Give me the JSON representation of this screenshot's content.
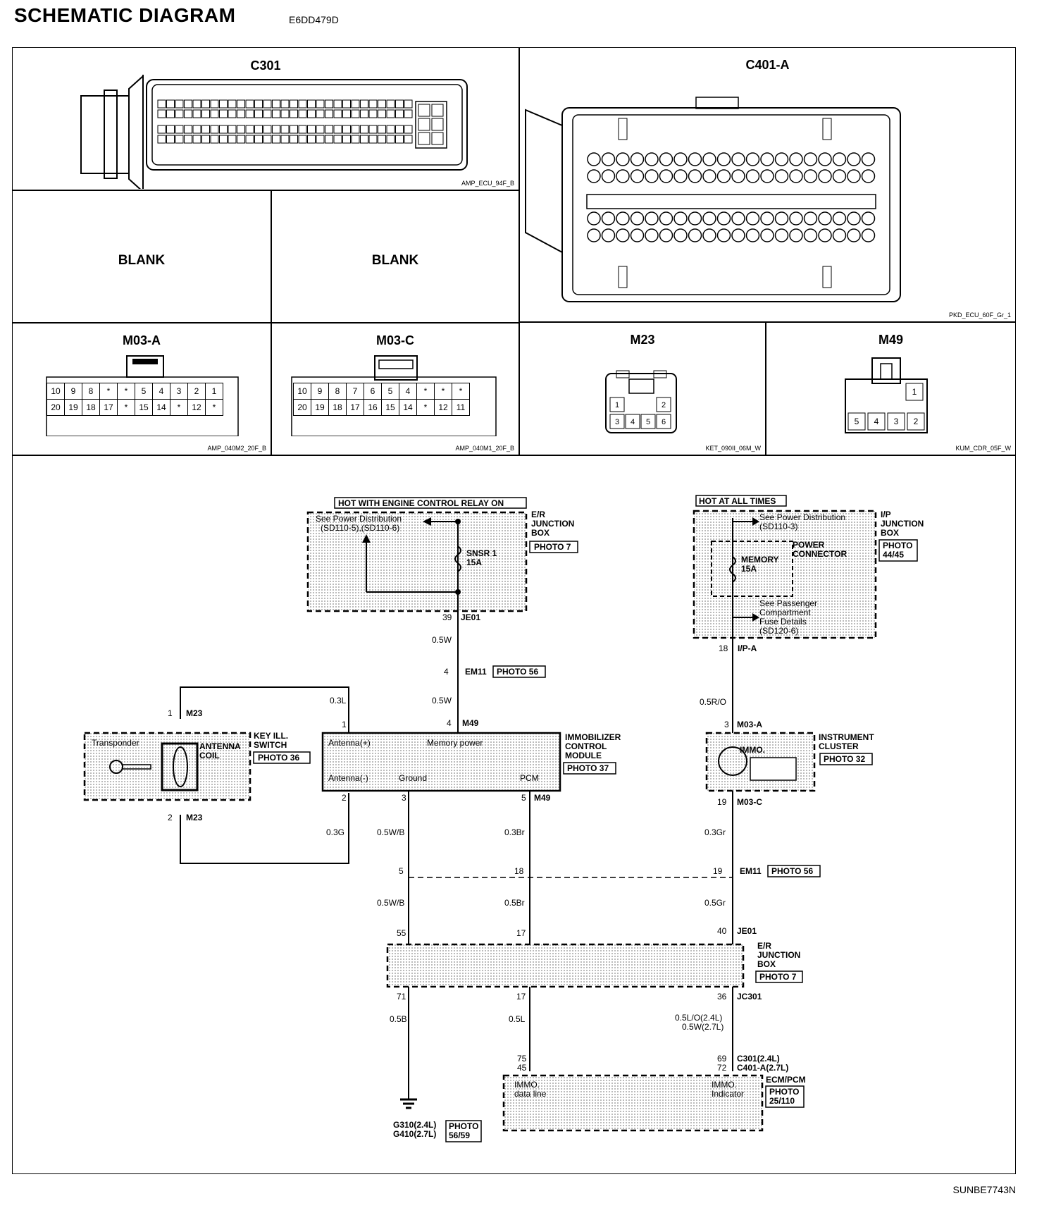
{
  "title": "SCHEMATIC DIAGRAM",
  "doc_code": "E6DD479D",
  "footer_code": "SUNBE7743N",
  "connectors": {
    "c301": {
      "name": "C301",
      "code": "AMP_ECU_94F_B"
    },
    "c401a": {
      "name": "C401-A",
      "code": "PKD_ECU_60F_Gr_1"
    },
    "blank1": "BLANK",
    "blank2": "BLANK",
    "m03a": {
      "name": "M03-A",
      "code": "AMP_040M2_20F_B",
      "row1": [
        "10",
        "9",
        "8",
        "*",
        "*",
        "5",
        "4",
        "3",
        "2",
        "1"
      ],
      "row2": [
        "20",
        "19",
        "18",
        "17",
        "*",
        "15",
        "14",
        "*",
        "12",
        "*"
      ]
    },
    "m03c": {
      "name": "M03-C",
      "code": "AMP_040M1_20F_B",
      "row1": [
        "10",
        "9",
        "8",
        "7",
        "6",
        "5",
        "4",
        "*",
        "*",
        "*"
      ],
      "row2": [
        "20",
        "19",
        "18",
        "17",
        "16",
        "15",
        "14",
        "*",
        "12",
        "11"
      ]
    },
    "m23": {
      "name": "M23",
      "code": "KET_090II_06M_W",
      "pins": [
        "1",
        "2",
        "3",
        "4",
        "5",
        "6"
      ]
    },
    "m49": {
      "name": "M49",
      "code": "KUM_CDR_05F_W",
      "pins": [
        "1",
        "5",
        "4",
        "3",
        "2"
      ]
    }
  },
  "schematic": {
    "hot_engine": "HOT WITH ENGINE CONTROL RELAY ON",
    "hot_all": "HOT AT ALL TIMES",
    "er_box": [
      "E/R",
      "JUNCTION",
      "BOX"
    ],
    "photo7": "PHOTO 7",
    "see_power": "See Power Distribution",
    "see_power_ref": "(SD110-5),(SD110-6)",
    "snsr": "SNSR 1",
    "snsr_amp": "15A",
    "ip_box": [
      "I/P",
      "JUNCTION",
      "BOX"
    ],
    "photo4445": [
      "PHOTO",
      "44/45"
    ],
    "see_power2": "See Power Distribution",
    "see_power2_ref": "(SD110-3)",
    "power_conn": [
      "POWER",
      "CONNECTOR"
    ],
    "memory": "MEMORY",
    "memory_amp": "15A",
    "see_pass": [
      "See Passenger",
      "Compartment",
      "Fuse Details",
      "(SD120-6)"
    ],
    "pin39": "39",
    "je01": "JE01",
    "pin18": "18",
    "ipa": "I/P-A",
    "w05w": "0.5W",
    "pin4": "4",
    "em11": "EM11",
    "photo56": "PHOTO 56",
    "w05w2": "0.5W",
    "w03l": "0.3L",
    "w05ro": "0.5R/O",
    "pin1m23": "1",
    "m23": "M23",
    "pin1": "1",
    "pin4b": "4",
    "m49": "M49",
    "pin3": "3",
    "m03a": "M03-A",
    "key_ill": [
      "KEY ILL.",
      "SWITCH"
    ],
    "photo36": "PHOTO 36",
    "transponder": "Transponder",
    "antenna_coil": [
      "ANTENNA",
      "COIL"
    ],
    "antenna_pos": "Antenna(+)",
    "memory_power": "Memory power",
    "antenna_neg": "Antenna(-)",
    "ground": "Ground",
    "pcm": "PCM",
    "immo_module": [
      "IMMOBILIZER",
      "CONTROL",
      "MODULE"
    ],
    "photo37": "PHOTO 37",
    "instrument": [
      "INSTRUMENT",
      "CLUSTER"
    ],
    "photo32": "PHOTO 32",
    "immo": "IMMO.",
    "pin2m23": "2",
    "m23b": "M23",
    "pin2": "2",
    "pin3b": "3",
    "pin5": "5",
    "m49b": "M49",
    "pin19": "19",
    "m03c": "M03-C",
    "w03g": "0.3G",
    "w05wb": "0.5W/B",
    "w03br": "0.3Br",
    "w03gr": "0.3Gr",
    "pin5b": "5",
    "pin18b": "18",
    "pin19b": "19",
    "em11b": "EM11",
    "photo56b": "PHOTO 56",
    "w05wb2": "0.5W/B",
    "w05br": "0.5Br",
    "w05gr": "0.5Gr",
    "pin55": "55",
    "pin17": "17",
    "pin40": "40",
    "je01b": "JE01",
    "er_box2": [
      "E/R",
      "JUNCTION",
      "BOX"
    ],
    "photo7b": "PHOTO 7",
    "pin71": "71",
    "pin17b": "17",
    "pin36": "36",
    "jc301": "JC301",
    "w05b": "0.5B",
    "w05l": "0.5L",
    "w05lo": "0.5L/O(2.4L)",
    "w05w27": "0.5W(2.7L)",
    "pin75": "75",
    "pin45": "45",
    "pin69": "69",
    "pin72": "72",
    "c301_24": "C301(2.4L)",
    "c401_27": "C401-A(2.7L)",
    "ecm_pcm": "ECM/PCM",
    "photo25110": [
      "PHOTO",
      "25/110"
    ],
    "immo_data": [
      "IMMO.",
      "data line"
    ],
    "immo_ind": [
      "IMMO.",
      "Indicator"
    ],
    "g310": "G310(2.4L)",
    "g410": "G410(2.7L)",
    "photo5659": [
      "PHOTO",
      "56/59"
    ]
  }
}
